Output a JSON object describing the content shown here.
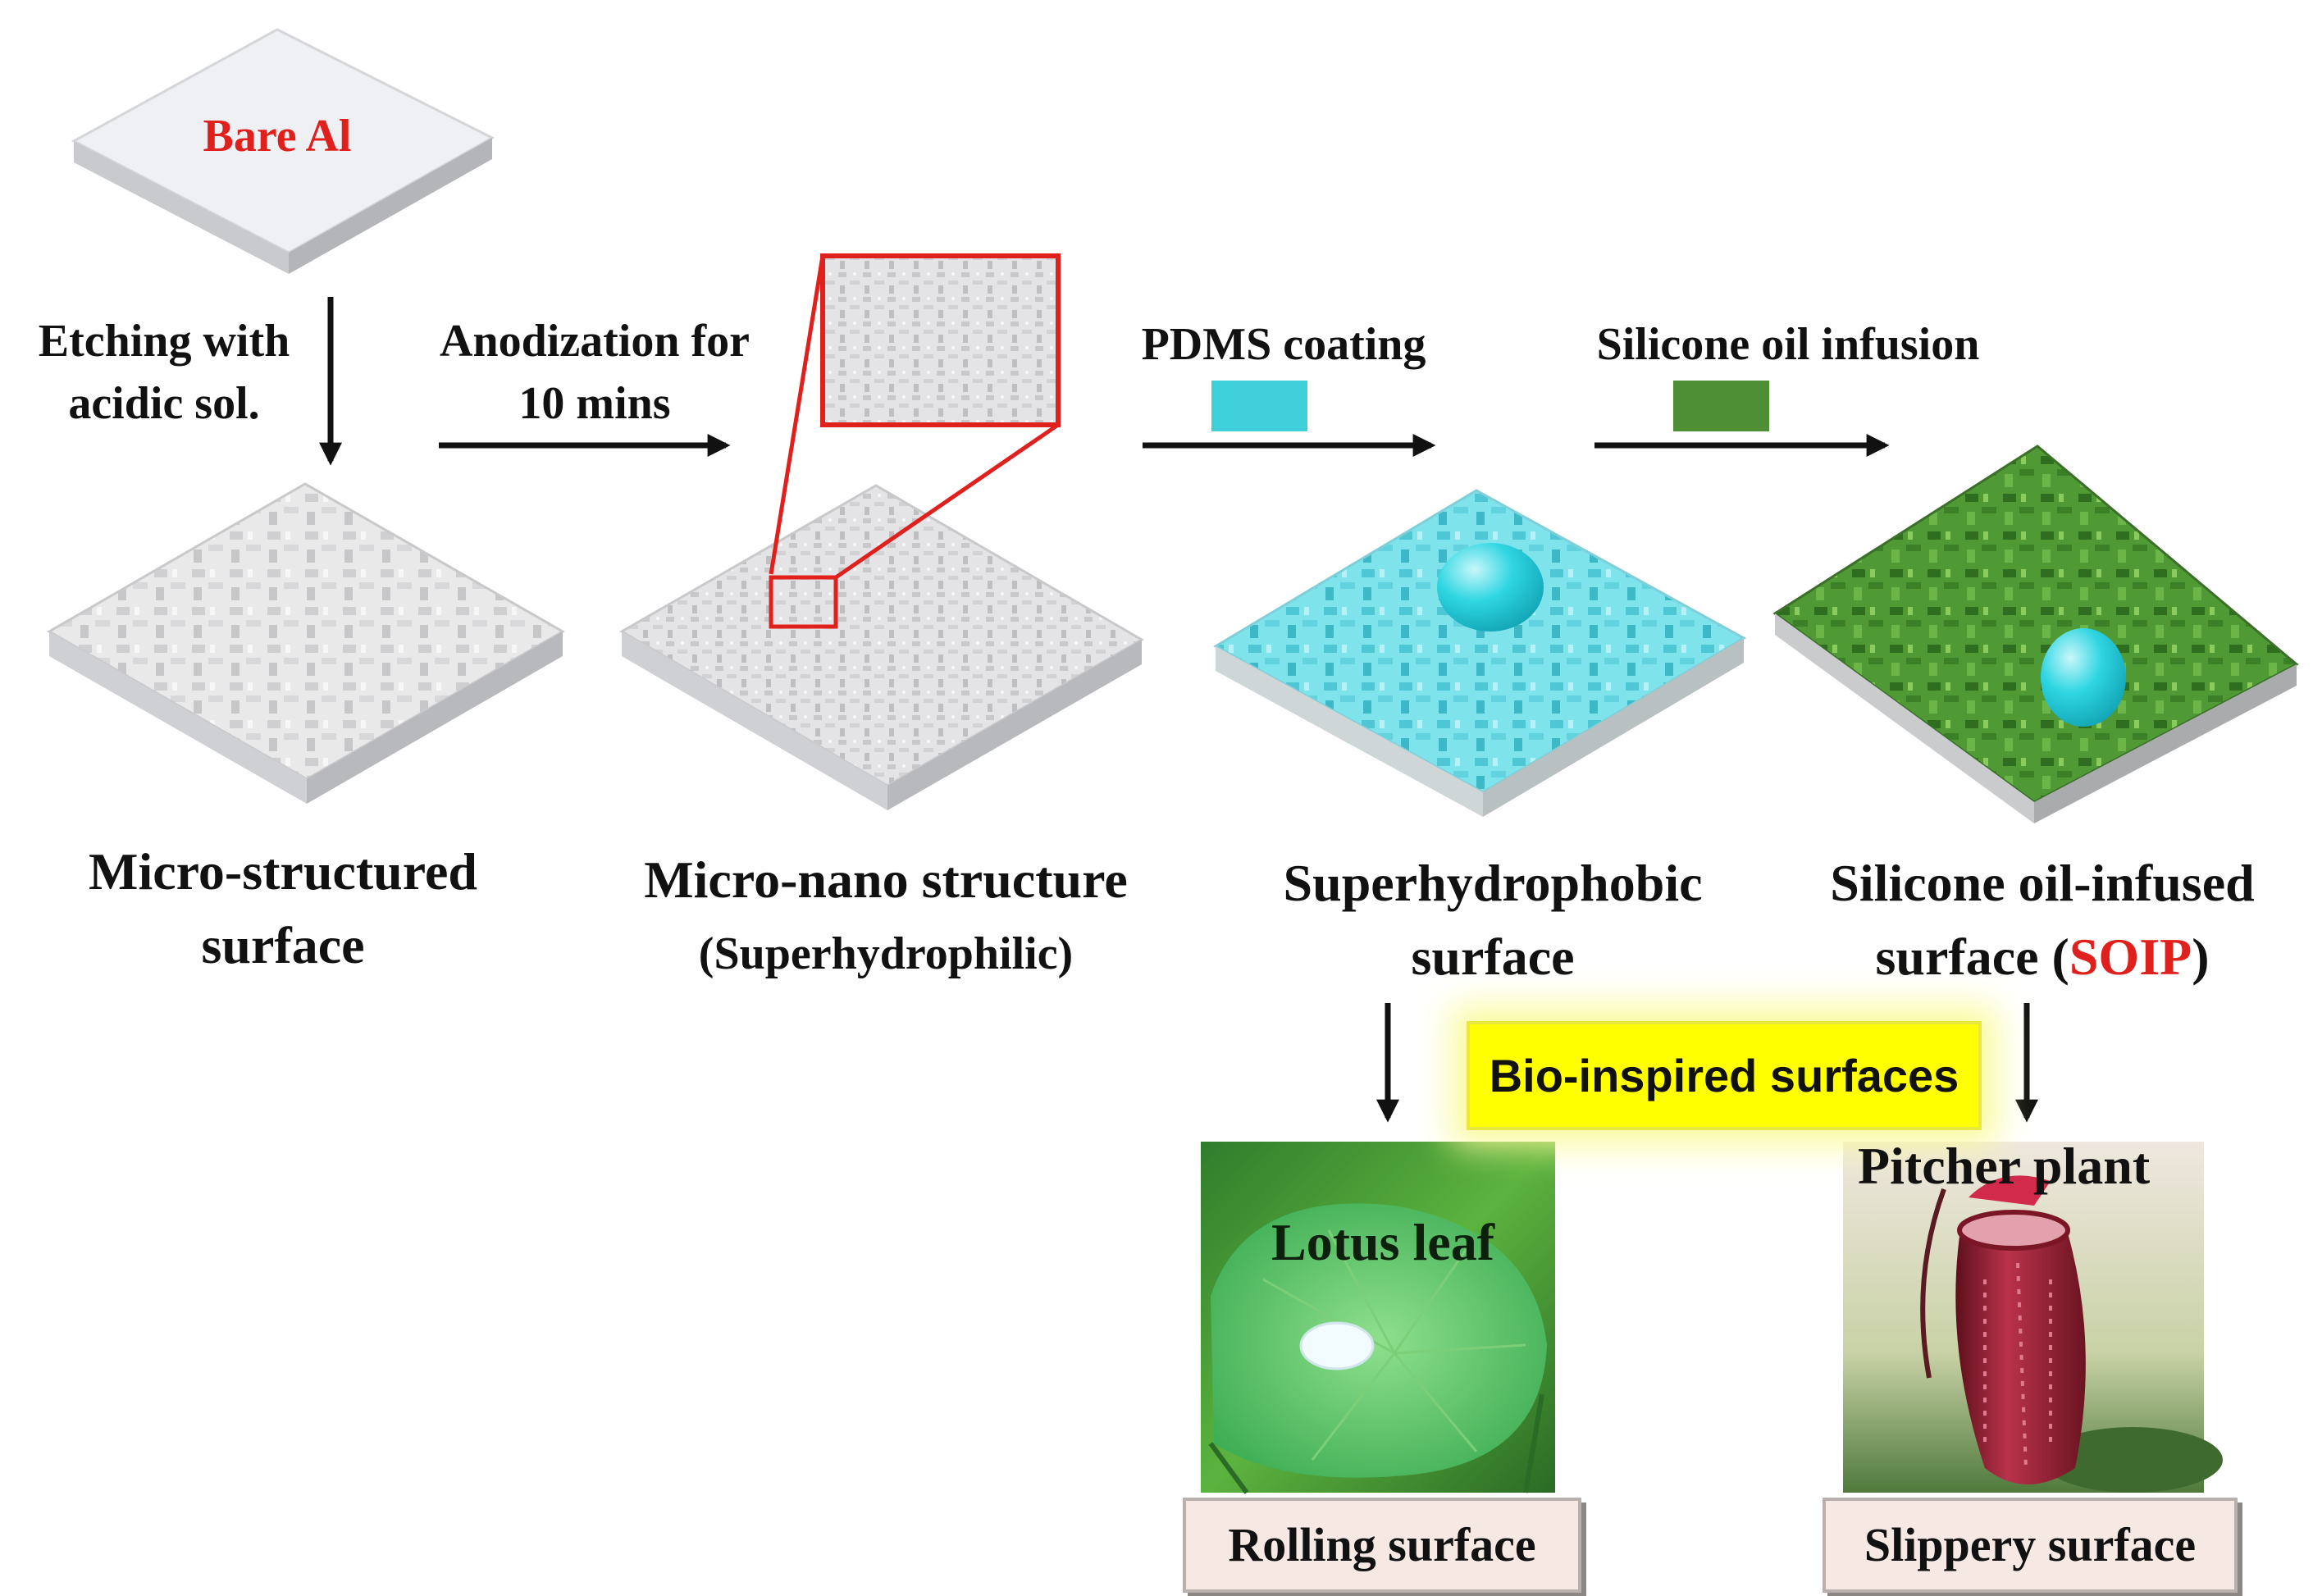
{
  "start": {
    "plate_label": "Bare Al"
  },
  "steps": {
    "etching": {
      "line1": "Etching with",
      "line2": "acidic sol."
    },
    "anodization": {
      "line1": "Anodization for",
      "line2": "10 mins"
    },
    "pdms": {
      "label": "PDMS coating",
      "swatch_color": "#3fd0dc"
    },
    "silicone": {
      "label": "Silicone oil infusion",
      "swatch_color": "#4e8f36"
    }
  },
  "stages": [
    {
      "line1": "Micro-structured",
      "line2": "surface"
    },
    {
      "line1": "Micro-nano structure",
      "line2": "(Superhydrophilic)"
    },
    {
      "line1": "Superhydrophobic",
      "line2": "surface"
    },
    {
      "line1": "Silicone oil-infused",
      "line2_prefix": "surface (",
      "line2_highlight": "SOIP",
      "line2_suffix": ")"
    }
  ],
  "bio_banner": "Bio-inspired surfaces",
  "examples": {
    "lotus": {
      "title": "Lotus leaf",
      "caption": "Rolling surface"
    },
    "pitcher": {
      "title": "Pitcher plant",
      "caption": "Slippery surface"
    }
  },
  "colors": {
    "highlight_red": "#e0201c",
    "banner_yellow": "#ffff00",
    "droplet": "#2ed6e2",
    "arrow": "#111111"
  }
}
